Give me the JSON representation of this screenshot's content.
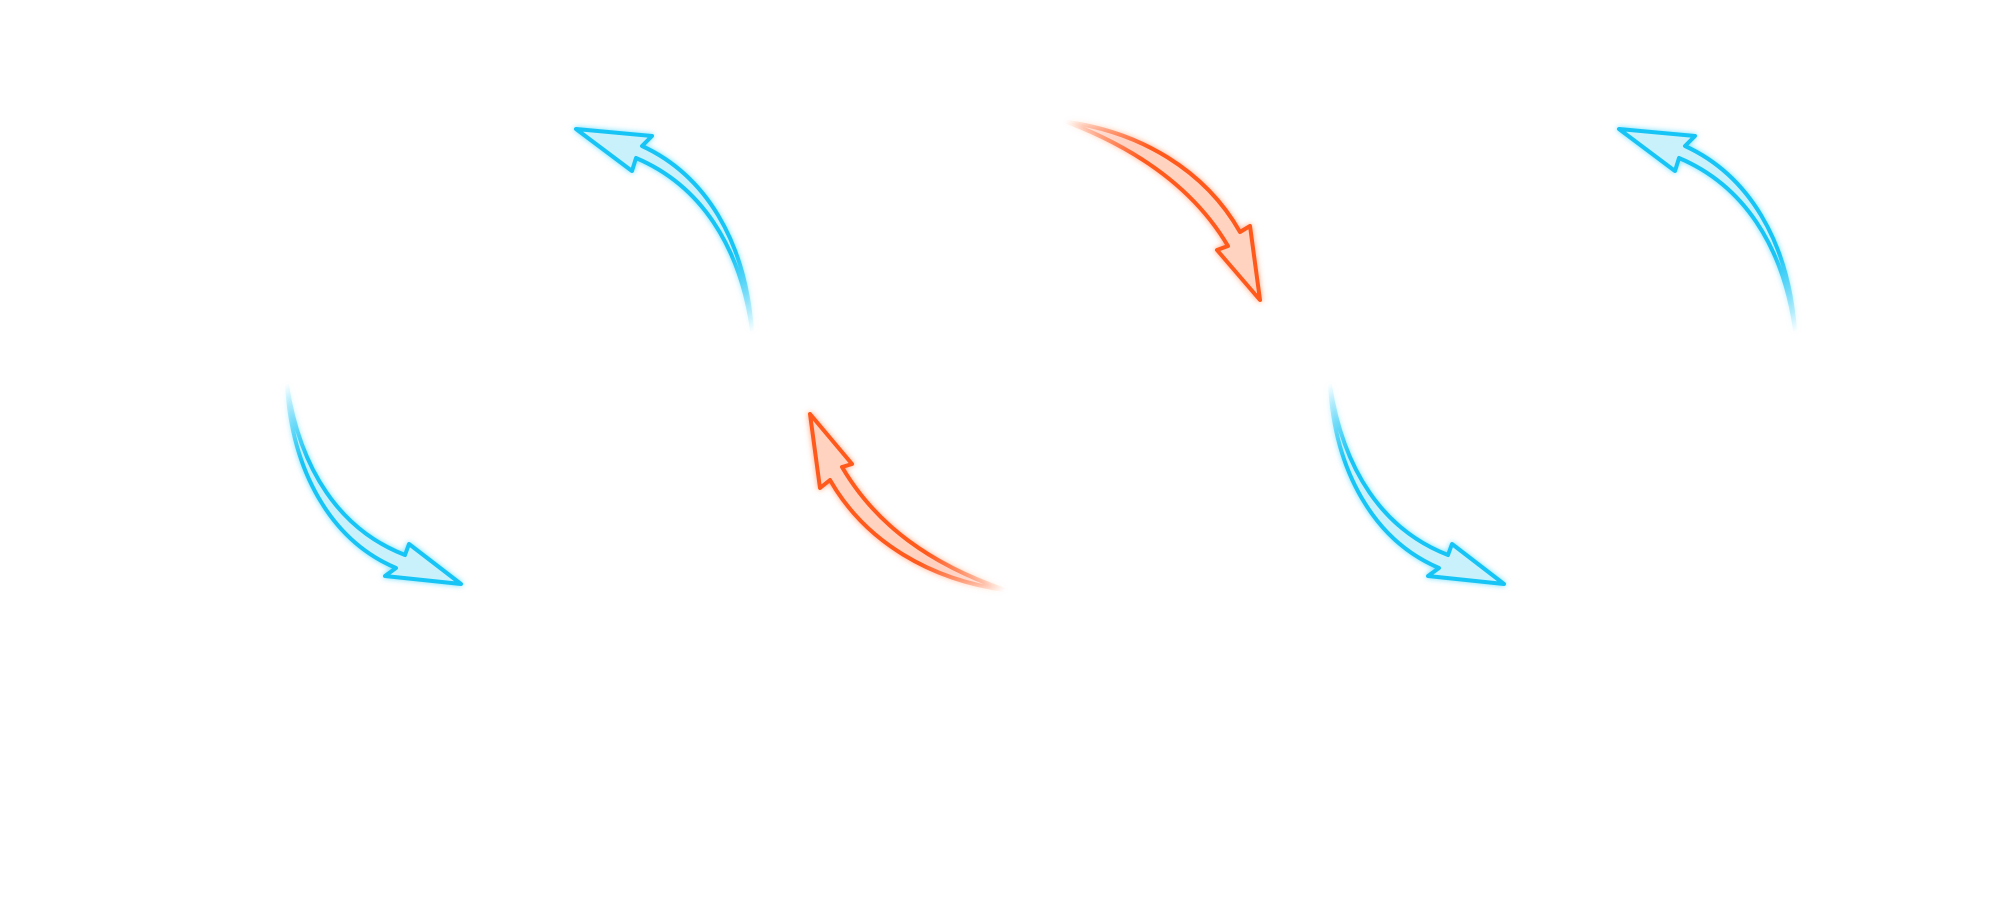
{
  "palette": {
    "background": "#ffffff",
    "blue_stroke": "#14c4f5",
    "blue_fill": "#c8f1fc",
    "orange_stroke": "#ff5a1e",
    "orange_fill": "#ffd3c0"
  },
  "arrows": [
    {
      "name": "blue-arrow-left-lower",
      "icon": "curved-arrow-icon",
      "color": "blue",
      "points": "down-right"
    },
    {
      "name": "blue-arrow-left-upper",
      "icon": "curved-arrow-icon",
      "color": "blue",
      "points": "up-left"
    },
    {
      "name": "orange-arrow-middle-upper",
      "icon": "curved-arrow-icon",
      "color": "orange",
      "points": "down"
    },
    {
      "name": "orange-arrow-middle-lower",
      "icon": "curved-arrow-icon",
      "color": "orange",
      "points": "up"
    },
    {
      "name": "blue-arrow-right-lower",
      "icon": "curved-arrow-icon",
      "color": "blue",
      "points": "down-right"
    },
    {
      "name": "blue-arrow-right-upper",
      "icon": "curved-arrow-icon",
      "color": "blue",
      "points": "up-left"
    }
  ]
}
